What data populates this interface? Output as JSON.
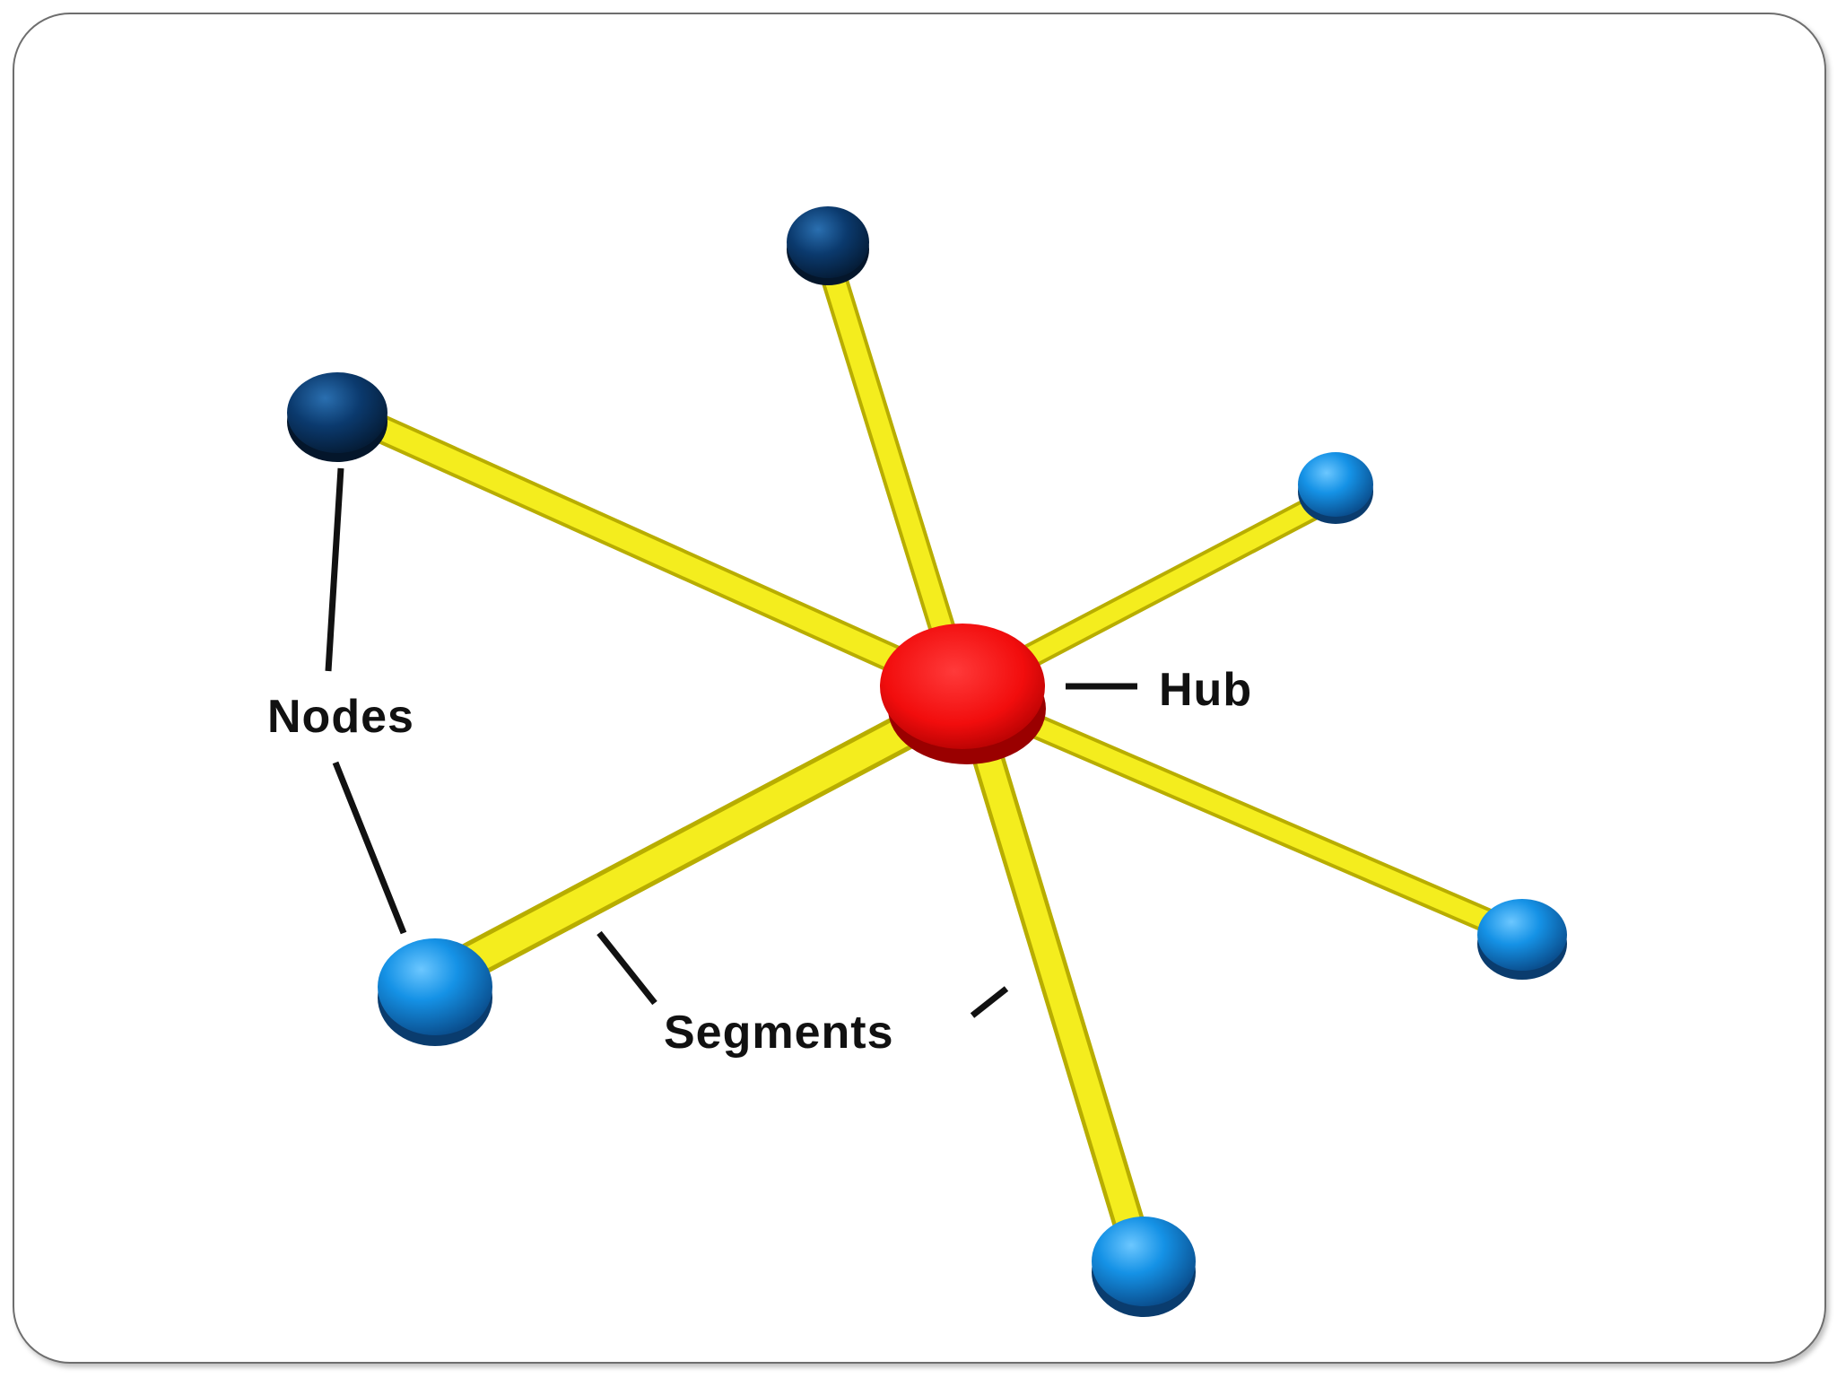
{
  "labels": {
    "nodes": "Nodes",
    "hub": "Hub",
    "segments": "Segments"
  },
  "colors": {
    "hub": "#ff1a1a",
    "segment": "#f2ea1a",
    "node_light": "#1592e6",
    "node_dark": "#0b3a6e",
    "leader": "#111111"
  }
}
